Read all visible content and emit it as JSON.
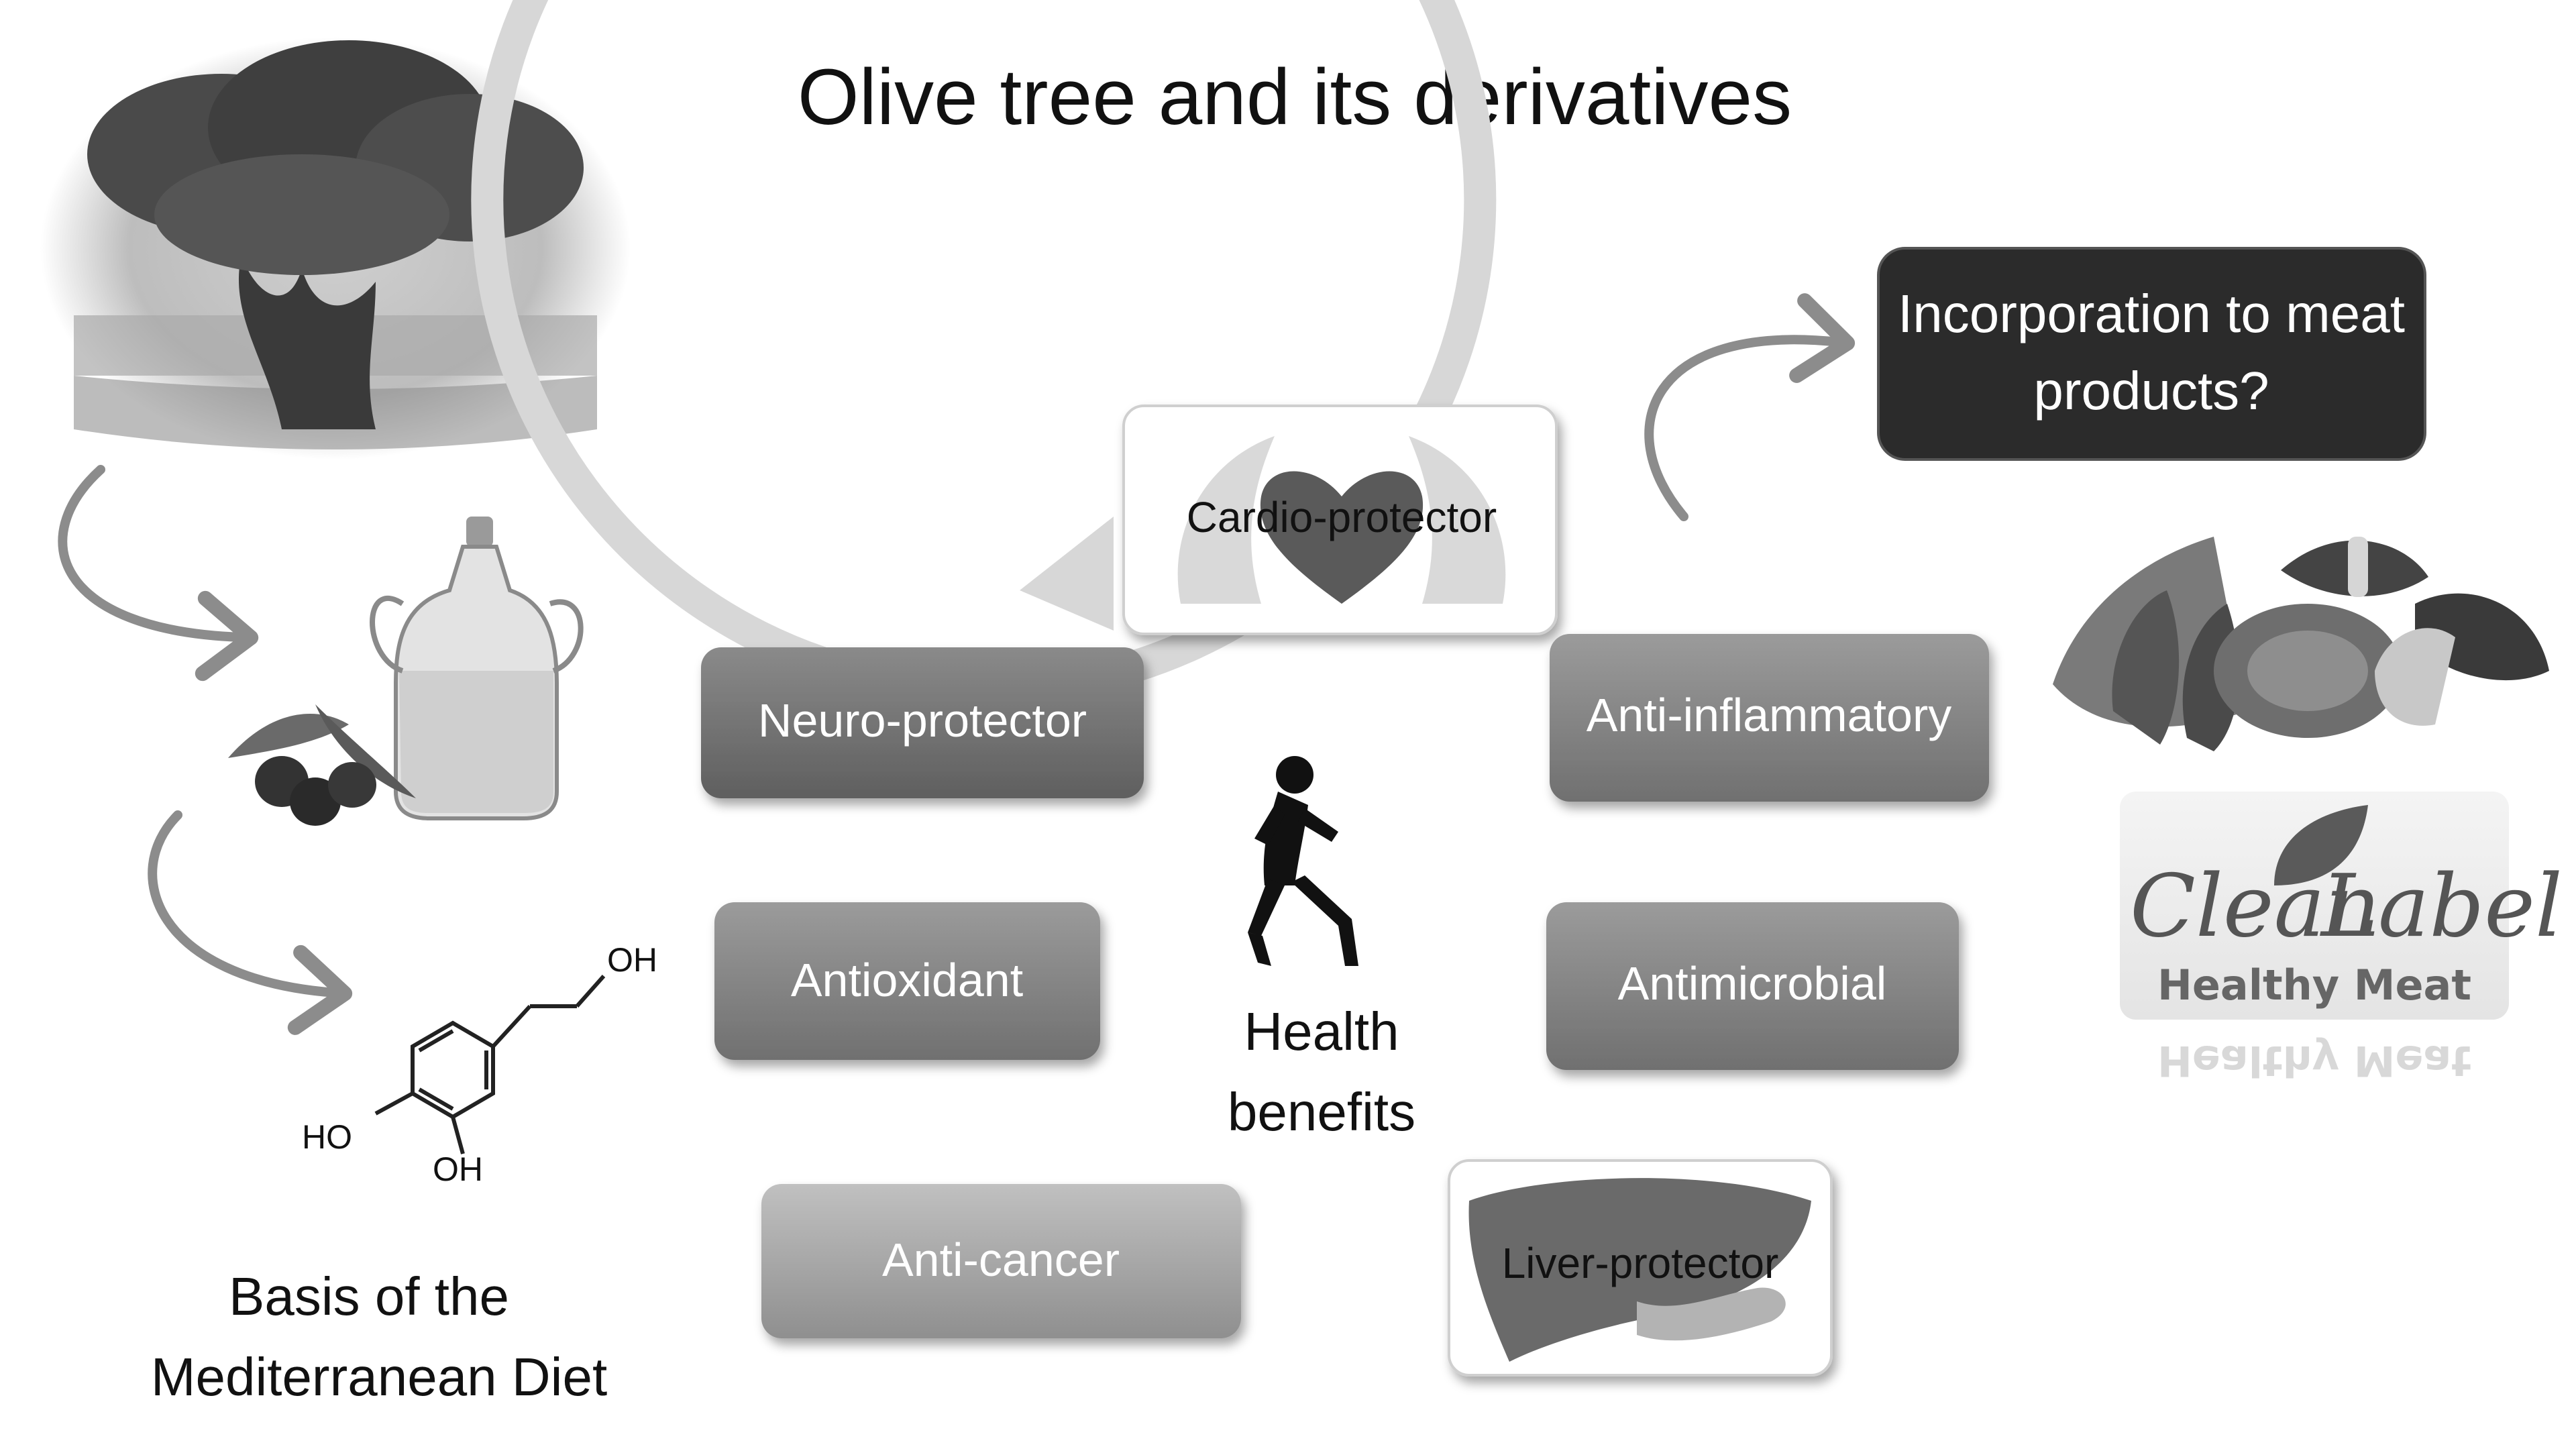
{
  "title": "Olive tree and its derivatives",
  "center": {
    "line1": "Health",
    "line2": "benefits"
  },
  "benefits": {
    "cardio": "Cardio-protector",
    "anti_inflammatory": "Anti-inflammatory",
    "antimicrobial": "Antimicrobial",
    "liver": "Liver-protector",
    "anti_cancer": "Anti-cancer",
    "antioxidant": "Antioxidant",
    "neuro": "Neuro-protector"
  },
  "left": {
    "basis_line1": "Basis of the",
    "basis_line2": "Mediterranean Diet",
    "molecule": {
      "oh_top": "OH",
      "ho_left": "HO",
      "oh_bottom": "OH"
    }
  },
  "right": {
    "question_line1": "Incorporation to meat",
    "question_line2": "products?",
    "logo_clean": "Clean",
    "logo_label": "Label",
    "logo_tagline": "Healthy Meat"
  },
  "icons": {
    "tree": "olive-tree-icon",
    "oil": "olive-oil-bottle-icon",
    "runner": "runner-icon",
    "heart": "heart-in-hands-icon",
    "liver": "liver-icon",
    "meat": "meat-products-icon",
    "leaf": "leaf-icon"
  },
  "colors": {
    "box_dark": "#6e6e6e",
    "box_light": "#a3a3a3",
    "ring": "#d7d7d7",
    "question_bg": "#2b2b2b"
  }
}
